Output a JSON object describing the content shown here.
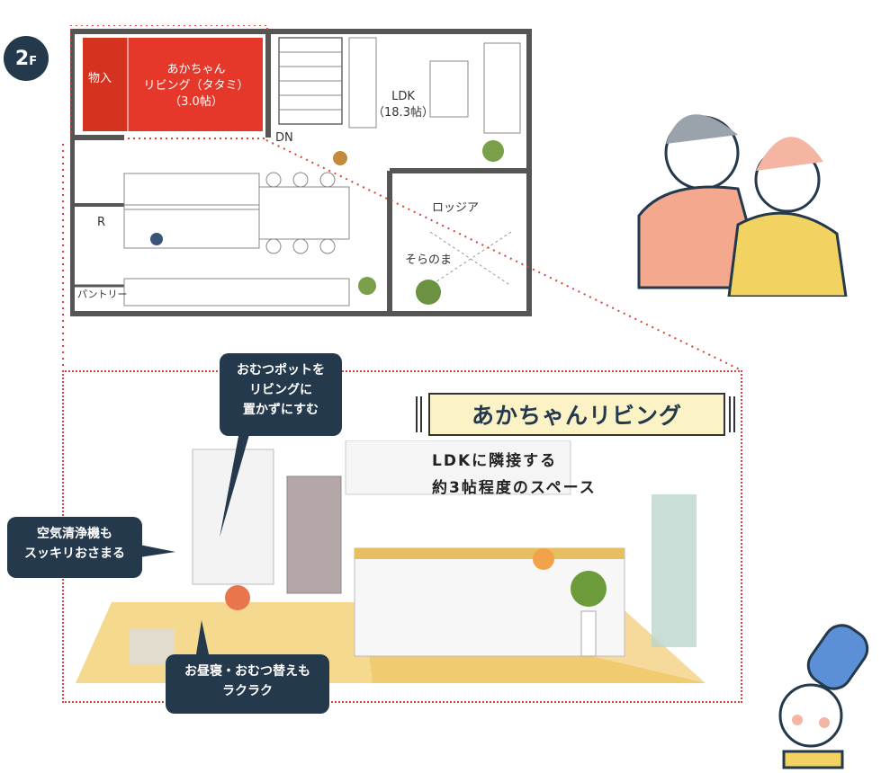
{
  "floor_badge": {
    "number": "2",
    "suffix": "F"
  },
  "plan": {
    "storage_label": "物入",
    "baby_room_line1": "あかちゃん",
    "baby_room_line2": "リビング（タタミ）",
    "baby_room_line3": "（3.0帖）",
    "ldk_line1": "LDK",
    "ldk_line2": "（18.3帖）",
    "dn": "DN",
    "r": "R",
    "pantry": "パントリー",
    "loggia": "ロッジア",
    "soranoma": "そらのま"
  },
  "feature": {
    "title": "あかちゃんリビング",
    "desc_line1": "LDKに隣接する",
    "desc_line2": "約3帖程度のスペース"
  },
  "callouts": {
    "diaper_pot": [
      "おむつポットを",
      "リビングに",
      "置かずにすむ"
    ],
    "air_purifier": [
      "空気清浄機も",
      "スッキリおさまる"
    ],
    "nap": [
      "お昼寝・おむつ替えも",
      "ラクラク"
    ]
  },
  "colors": {
    "accent_red": "#e5382a",
    "navy": "#24394b",
    "title_bg": "#fbf3c6",
    "dotted_red": "#d9423a"
  }
}
